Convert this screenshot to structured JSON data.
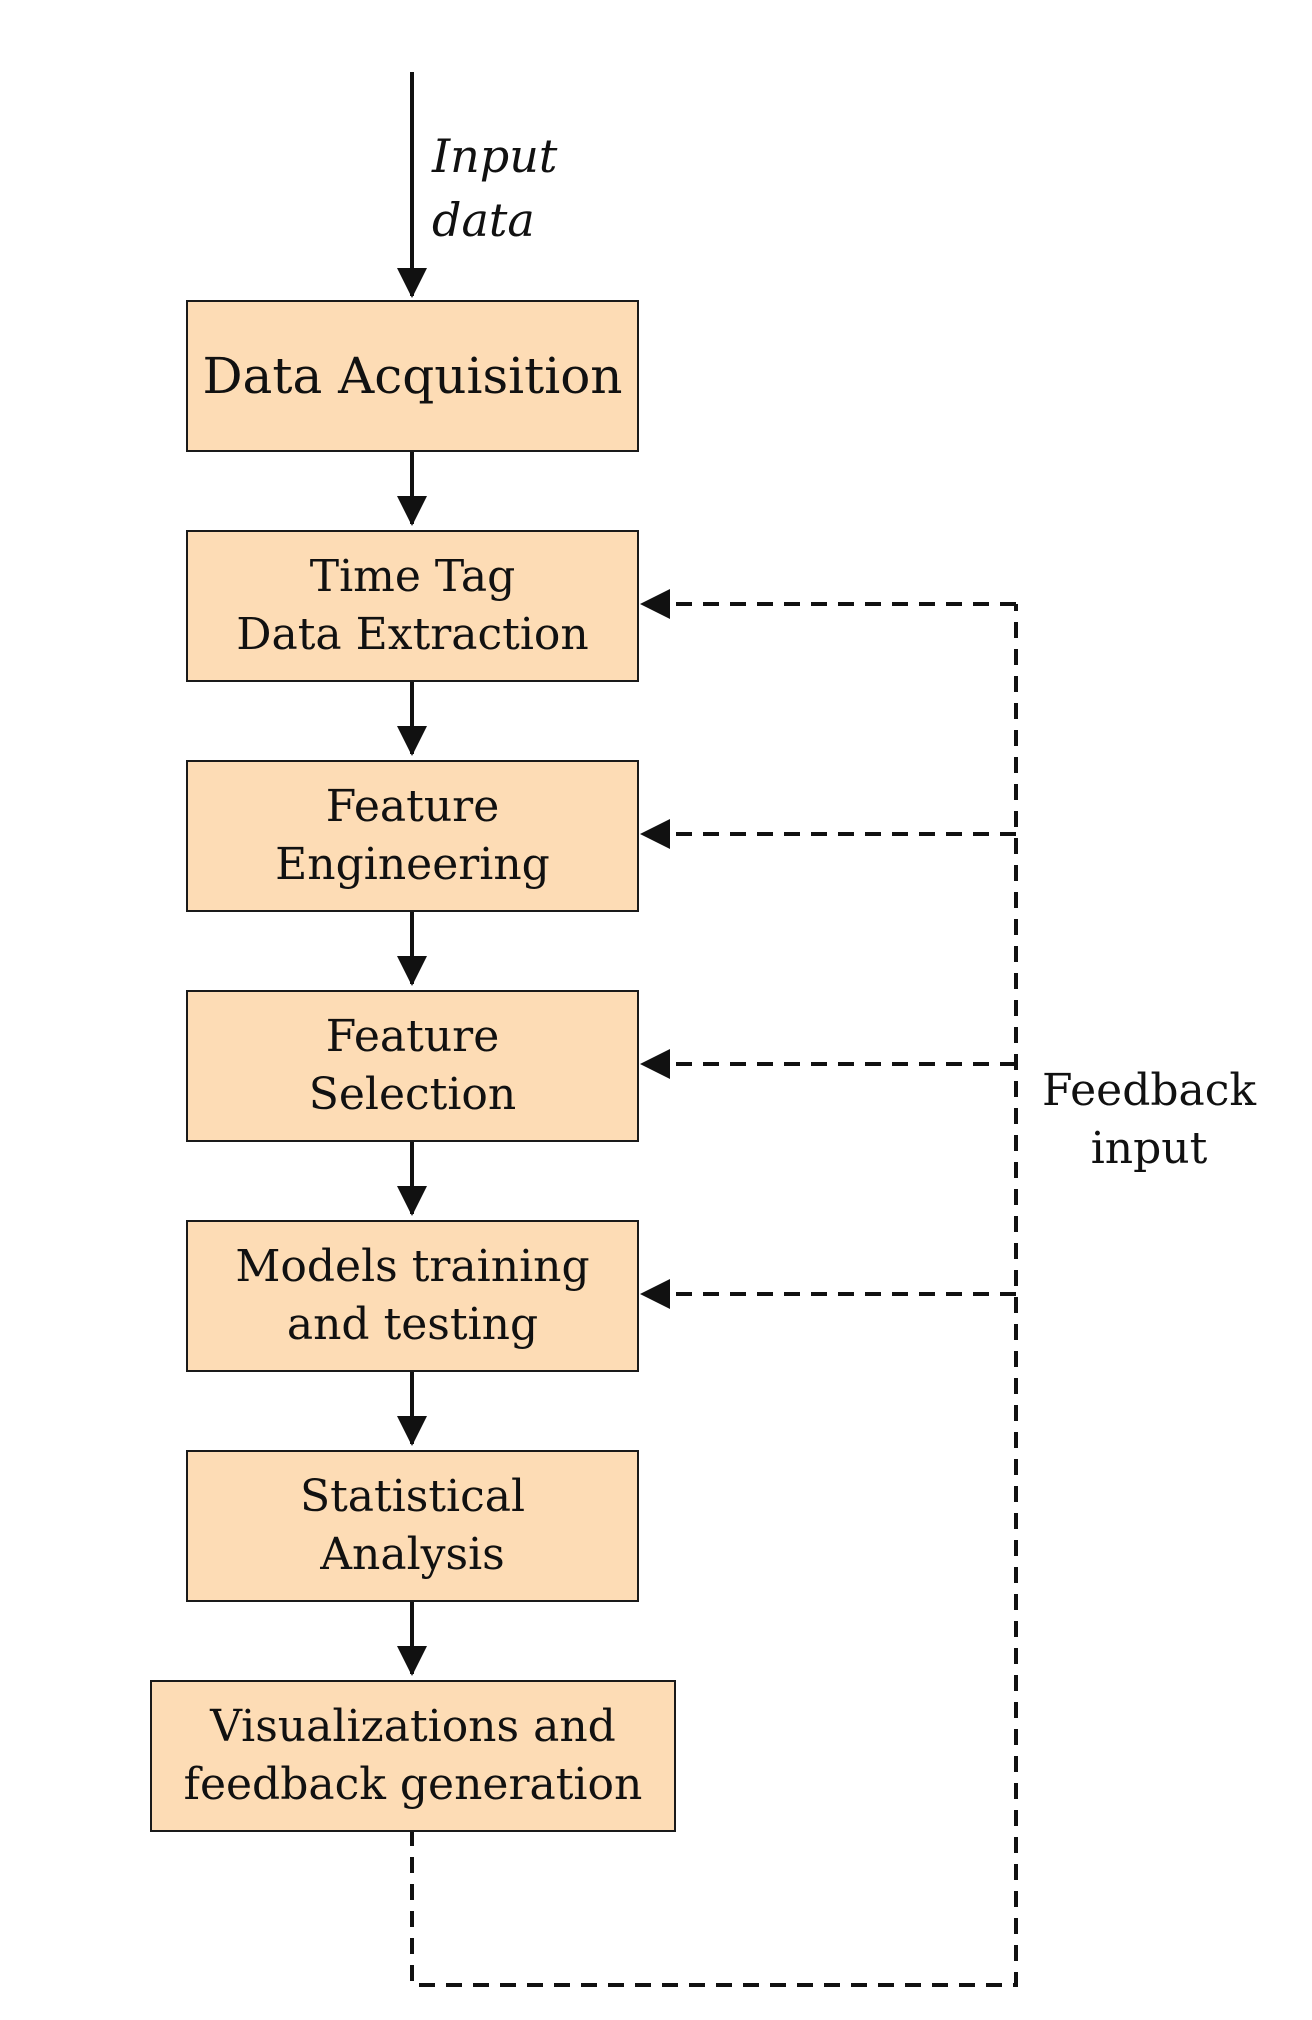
{
  "diagram": {
    "input_label": [
      "Input",
      "data"
    ],
    "feedback_label": [
      "Feedback",
      "input"
    ],
    "steps": [
      {
        "lines": [
          "Data Acquisition"
        ]
      },
      {
        "lines": [
          "Time Tag",
          "Data Extraction"
        ]
      },
      {
        "lines": [
          "Feature",
          "Engineering"
        ]
      },
      {
        "lines": [
          "Feature",
          "Selection"
        ]
      },
      {
        "lines": [
          "Models training",
          "and testing"
        ]
      },
      {
        "lines": [
          "Statistical",
          "Analysis"
        ]
      },
      {
        "lines": [
          "Visualizations and",
          "feedback generation"
        ]
      }
    ],
    "colors": {
      "box_fill": "#FDDCB5",
      "stroke": "#111111"
    }
  }
}
